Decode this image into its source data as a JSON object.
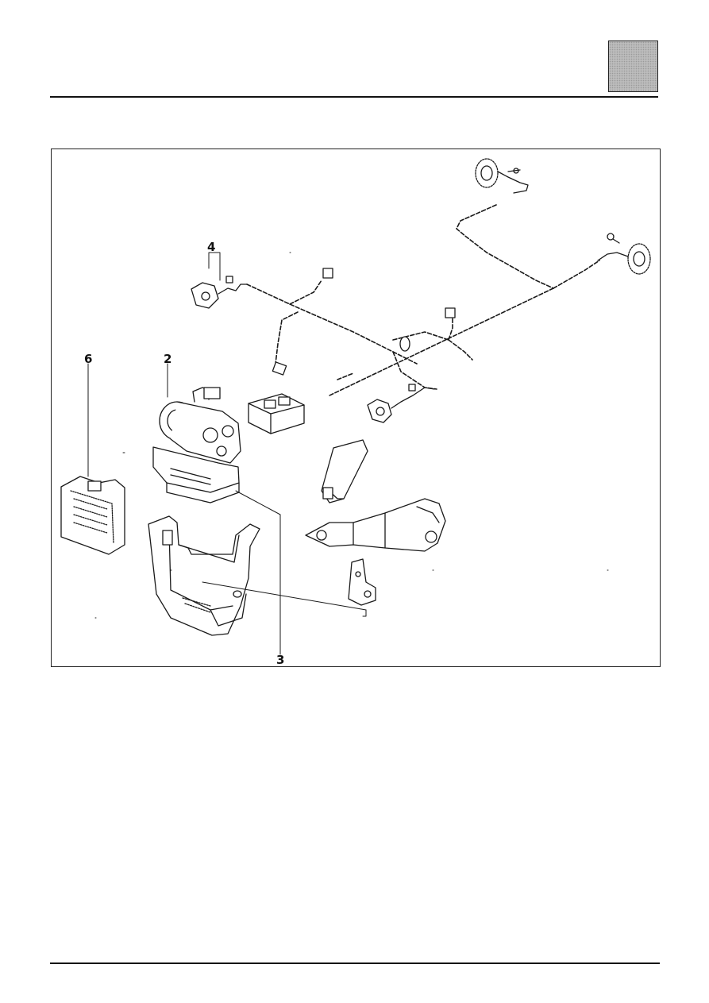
{
  "callouts": {
    "c4": "4",
    "c6": "6",
    "c2": "2",
    "c3": "3"
  }
}
